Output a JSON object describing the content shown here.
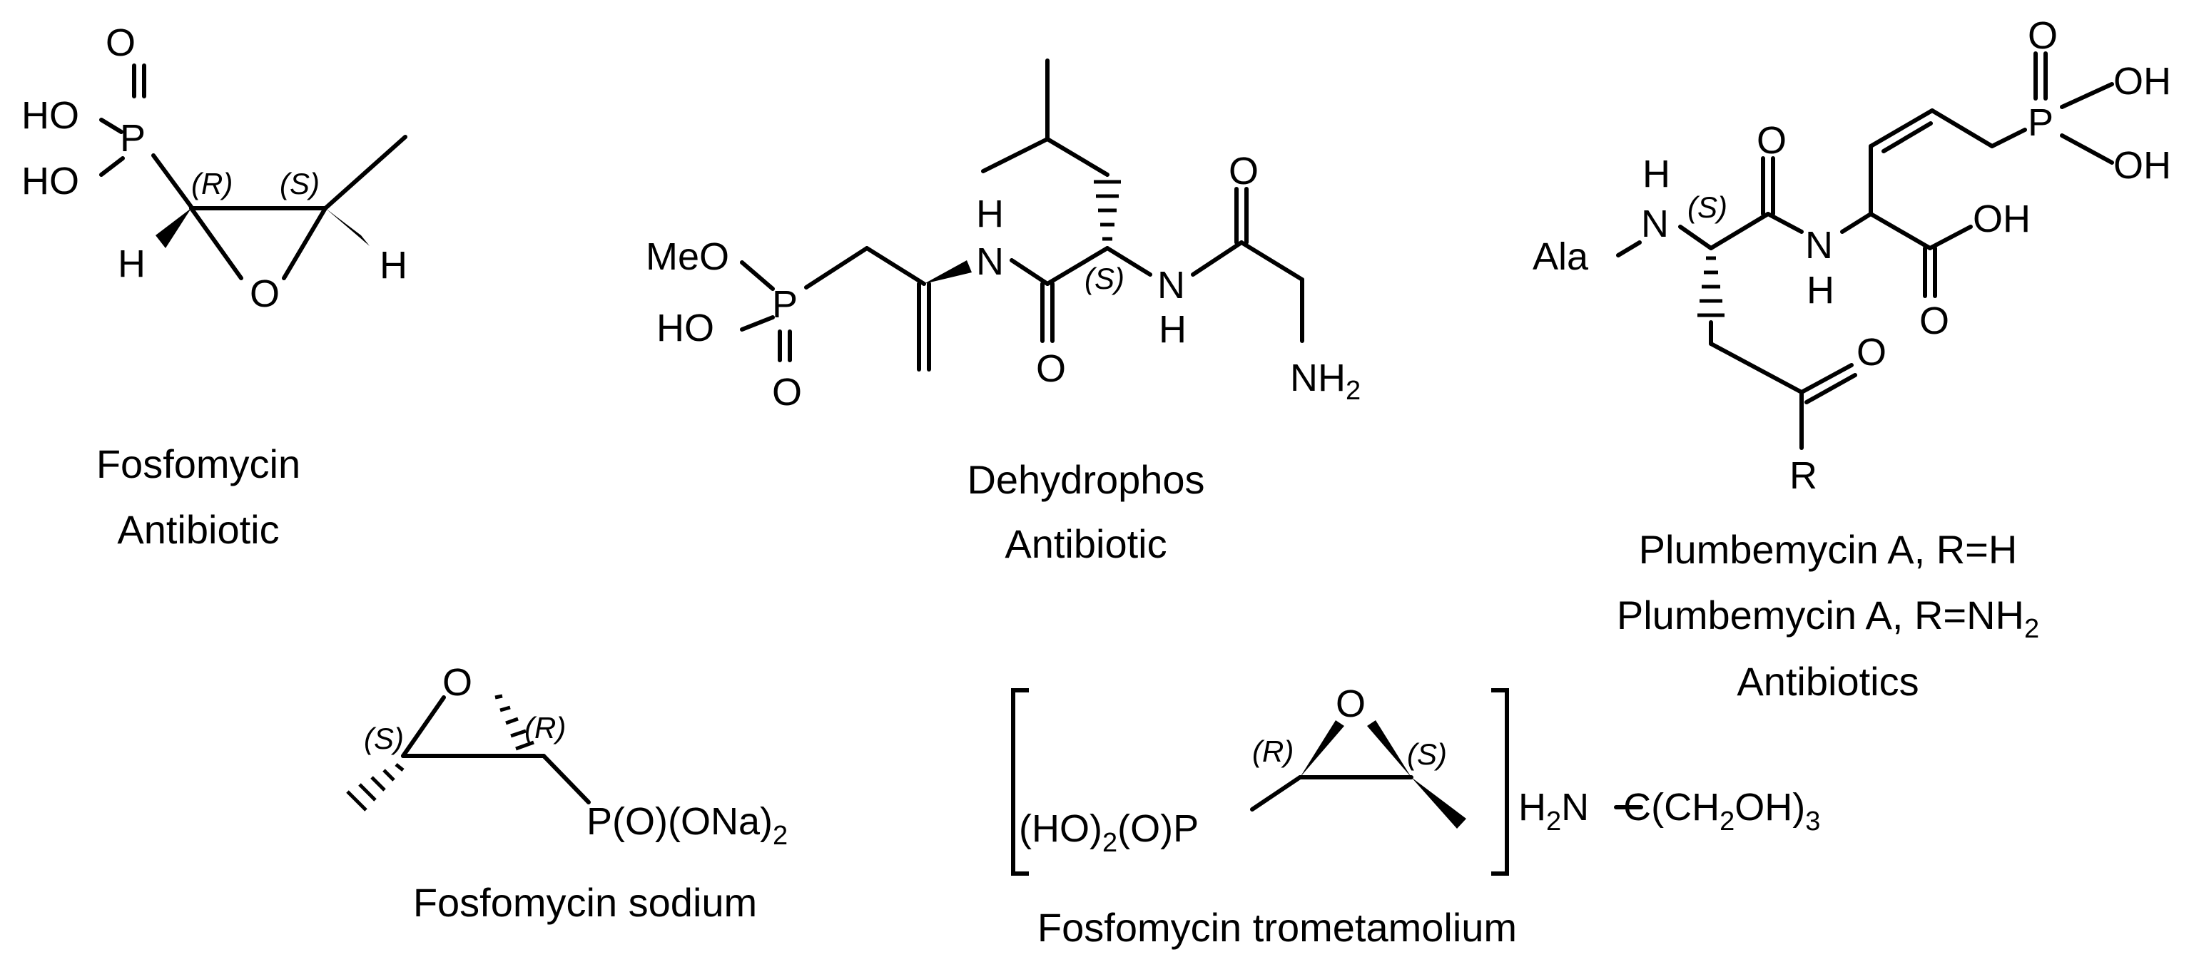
{
  "molecules": {
    "fosfomycin": {
      "caption_line1": "Fosfomycin",
      "caption_line2": "Antibiotic",
      "atoms": {
        "ho1": "HO",
        "ho2": "HO",
        "p": "P",
        "o_top": "O",
        "o_ring": "O",
        "h_left": "H",
        "h_right": "H"
      },
      "stereo": {
        "r": "(R)",
        "s": "(S)"
      }
    },
    "dehydrophos": {
      "caption_line1": "Dehydrophos",
      "caption_line2": "Antibiotic",
      "atoms": {
        "meo": "MeO",
        "ho": "HO",
        "p": "P",
        "o_p": "O",
        "nh1_n": "N",
        "nh1_h": "H",
        "o_amide1": "O",
        "nh2_n": "N",
        "nh2_h": "H",
        "o_amide2": "O",
        "nh2_terminal": "NH",
        "nh2_sub": "2"
      },
      "stereo": {
        "s": "(S)"
      }
    },
    "plumbemycin": {
      "caption_line1": "Plumbemycin A, R=H",
      "caption_line2_main": "Plumbemycin A, R=NH",
      "caption_line2_sub": "2",
      "caption_line3": "Antibiotics",
      "atoms": {
        "ala": "Ala",
        "n1": "N",
        "h1": "H",
        "o_amide": "O",
        "n2": "N",
        "h2": "H",
        "oh_acid": "OH",
        "o_acid": "O",
        "p": "P",
        "o_p": "O",
        "oh1": "OH",
        "oh2": "OH",
        "o_ketone": "O",
        "r": "R"
      },
      "stereo": {
        "s": "(S)"
      }
    },
    "fosfomycin_sodium": {
      "caption": "Fosfomycin sodium",
      "atoms": {
        "o_ring": "O",
        "p_group_a": "P(O)(ONa)",
        "p_group_sub": "2"
      },
      "stereo": {
        "s": "(S)",
        "r": "(R)"
      }
    },
    "fosfomycin_trometamolium": {
      "caption": "Fosfomycin trometamolium",
      "atoms": {
        "ho_a": "(HO)",
        "ho_sub": "2",
        "ho_b": "(O)P",
        "o_ring": "O",
        "h2n_a": "H",
        "h2n_sub": "2",
        "h2n_b": "N",
        "c_a": "C(CH",
        "c_sub1": "2",
        "c_b": "OH)",
        "c_sub2": "3"
      },
      "stereo": {
        "r": "(R)",
        "s": "(S)"
      }
    }
  }
}
